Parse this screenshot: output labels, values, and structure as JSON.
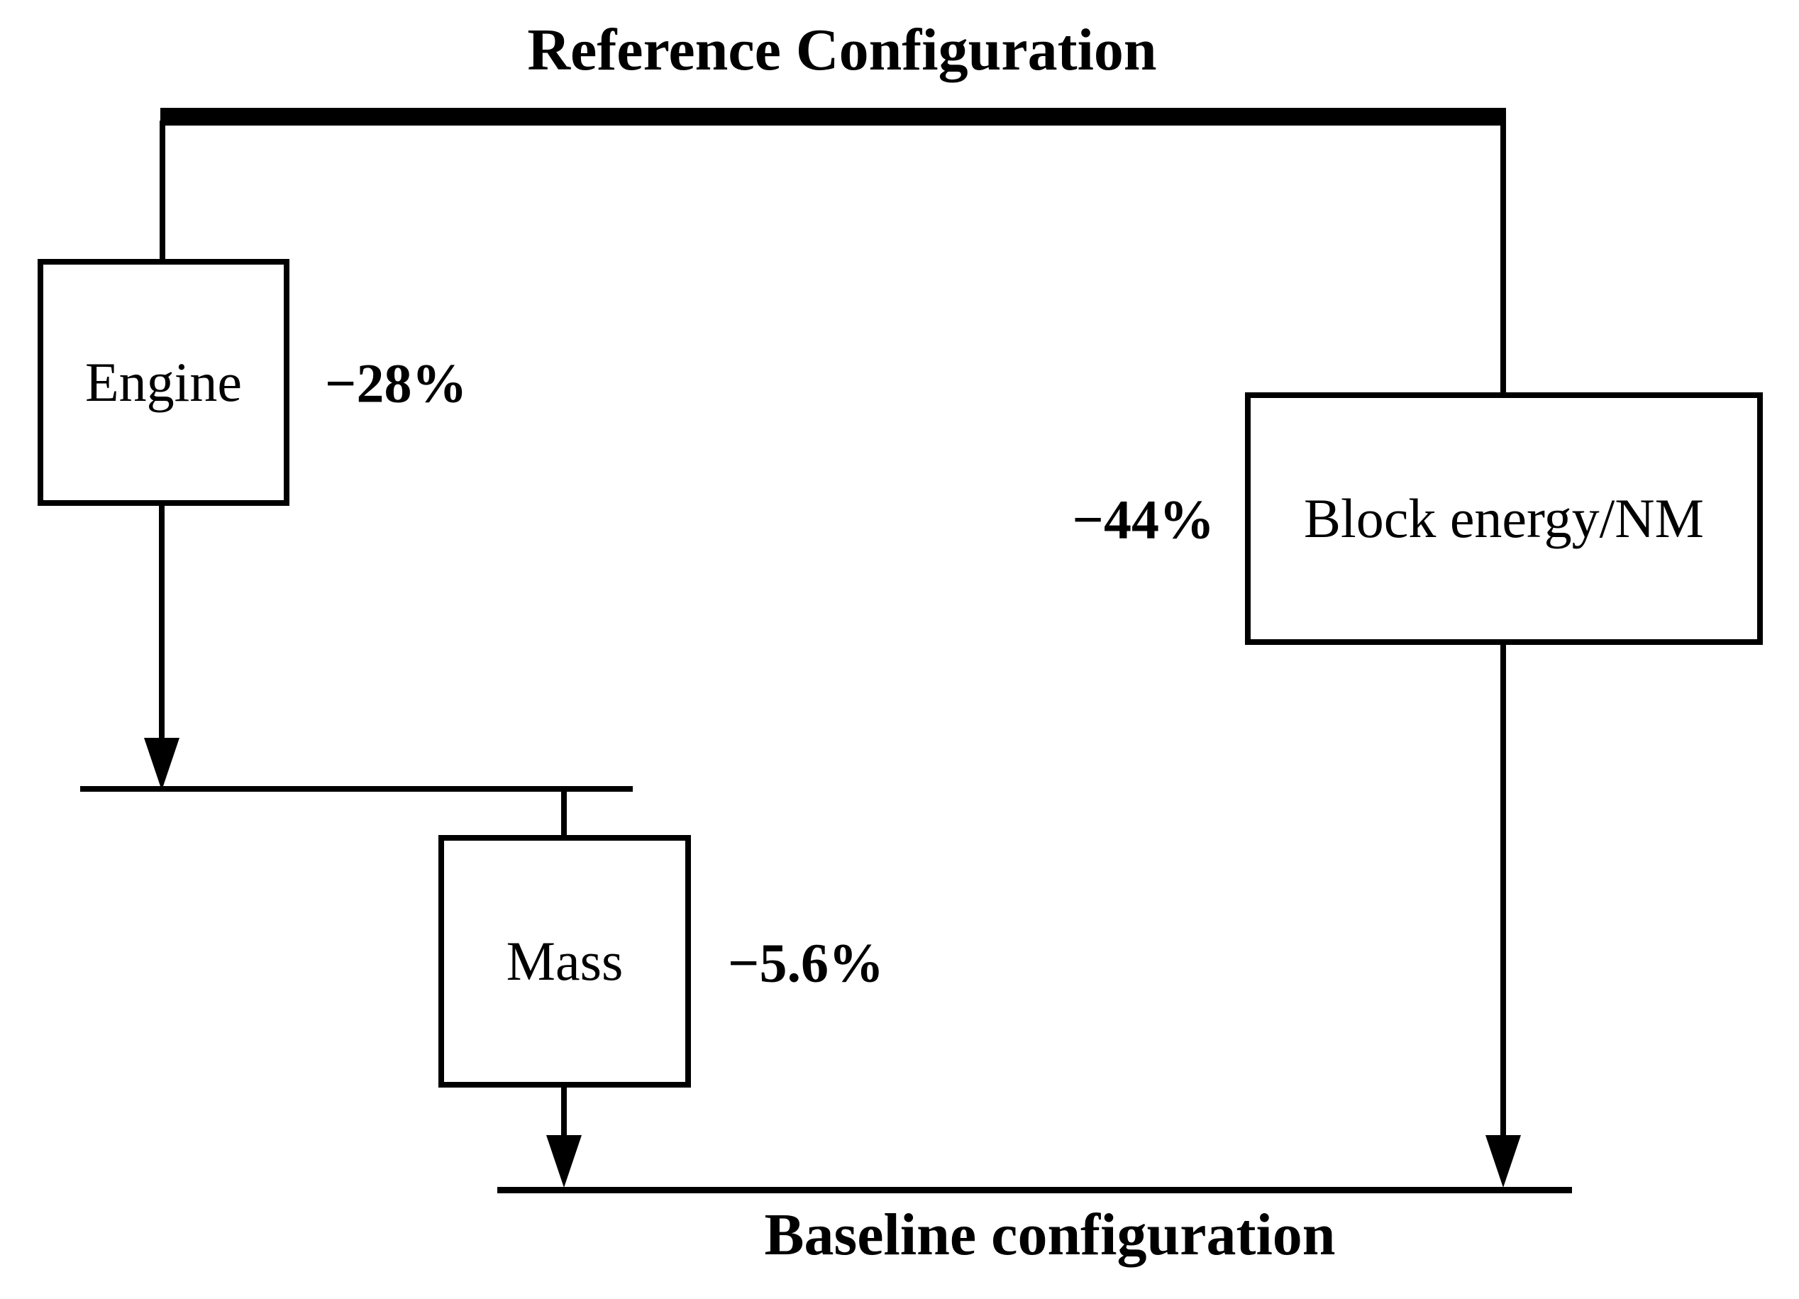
{
  "title": "Reference Configuration",
  "baseline_label": "Baseline configuration",
  "nodes": [
    {
      "id": "engine",
      "label": "Engine",
      "delta": "−28%"
    },
    {
      "id": "mass",
      "label": "Mass",
      "delta": "−5.6%"
    },
    {
      "id": "block_energy",
      "label": "Block energy/NM",
      "delta": "−44%"
    }
  ],
  "colors": {
    "line": "#000000",
    "background": "#ffffff",
    "text": "#000000"
  }
}
